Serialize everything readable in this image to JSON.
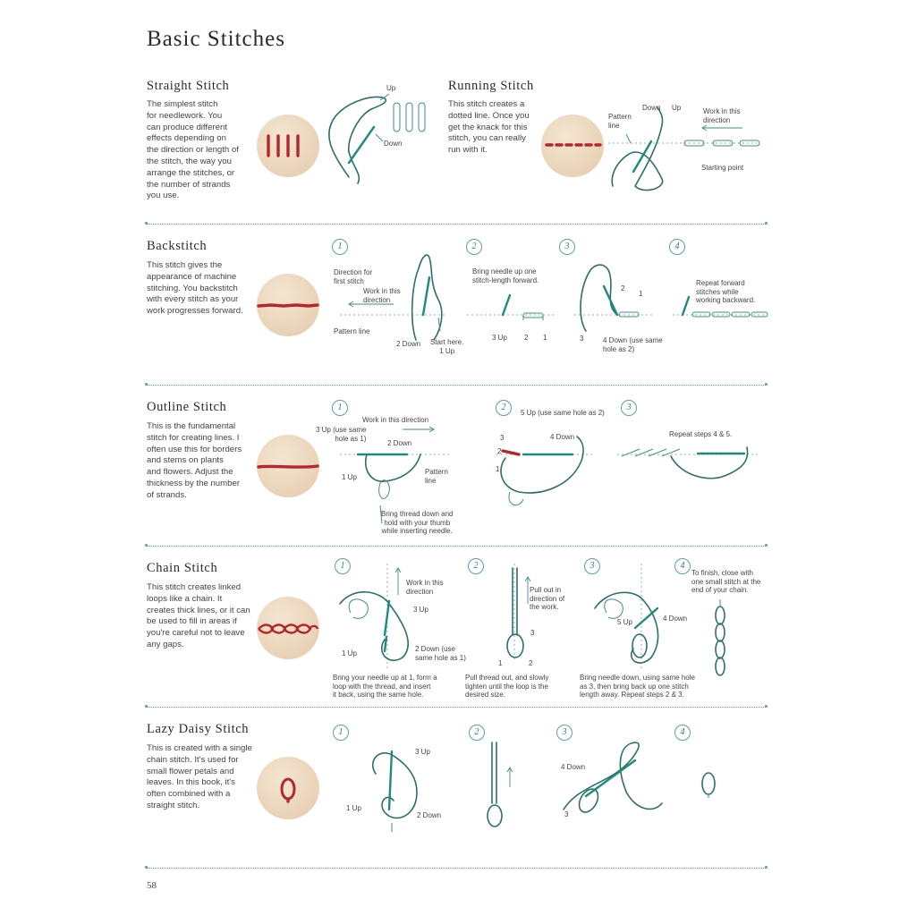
{
  "page": {
    "title": "Basic Stitches",
    "number": "58",
    "colors": {
      "thread_red": "#b3272d",
      "accent_teal": "#2f7d73",
      "linen": "#ecd8bf"
    }
  },
  "straight": {
    "title": "Straight Stitch",
    "desc": [
      "The simplest stitch",
      "for needlework. You",
      "can produce different",
      "effects depending on",
      "the direction or length of",
      "the stitch, the way you",
      "arrange the stitches, or",
      "the number of strands",
      "you use."
    ],
    "labels": {
      "up": "Up",
      "down": "Down"
    }
  },
  "running": {
    "title": "Running Stitch",
    "desc": [
      "This stitch creates a",
      "dotted line. Once you",
      "get the knack for this",
      "stitch, you can really",
      "run with it."
    ],
    "labels": {
      "pattern_line": [
        "Pattern",
        "line"
      ],
      "down": "Down",
      "up": "Up",
      "work_dir": [
        "Work in this",
        "direction"
      ],
      "start": "Starting point"
    }
  },
  "backstitch": {
    "title": "Backstitch",
    "desc": [
      "This stitch gives the",
      "appearance of machine",
      "stitching. You backstitch",
      "with every stitch as your",
      "work progresses forward."
    ],
    "steps": [
      "1",
      "2",
      "3",
      "4"
    ],
    "labels": {
      "dir_first": [
        "Direction for",
        "first stitch"
      ],
      "work_dir": [
        "Work in this",
        "direction"
      ],
      "pattern_line": "Pattern line",
      "down2": "2 Down",
      "start_here": [
        "Start here.",
        "1 Up"
      ],
      "bring_needle": [
        "Bring needle up one",
        "stitch-length forward."
      ],
      "s2_3up": "3 Up",
      "s2_2": "2",
      "s2_1": "1",
      "s3_2": "2",
      "s3_1": "1",
      "s3_3": "3",
      "s3_4down": [
        "4 Down (use same",
        "hole as 2)"
      ],
      "repeat": [
        "Repeat forward",
        "stitches while",
        "working backward."
      ]
    }
  },
  "outline": {
    "title": "Outline Stitch",
    "desc": [
      "This is the fundamental",
      "stitch for creating lines. I",
      "often use this for borders",
      "and stems on plants",
      "and flowers. Adjust the",
      "thickness by the number",
      "of strands."
    ],
    "steps": [
      "1",
      "2",
      "3"
    ],
    "labels": {
      "work_dir": "Work in this direction",
      "up3": [
        "3 Up (use same",
        "hole as 1)"
      ],
      "down2": "2 Down",
      "up1": "1 Up",
      "pattern_line": [
        "Pattern",
        "line"
      ],
      "bring_thread": [
        "Bring thread down and",
        "hold with your thumb",
        "while inserting needle."
      ],
      "up5": "5 Up (use same hole as 2)",
      "n3": "3",
      "n2": "2",
      "n1": "1",
      "down4": "4 Down",
      "repeat": "Repeat steps 4 & 5."
    }
  },
  "chain": {
    "title": "Chain Stitch",
    "desc": [
      "This stitch creates linked",
      "loops like a chain. It",
      "creates thick lines, or it can",
      "be used to fill in areas if",
      "you're careful not to leave",
      "any gaps."
    ],
    "steps": [
      "1",
      "2",
      "3",
      "4"
    ],
    "labels": {
      "work_dir": [
        "Work in this",
        "direction"
      ],
      "up3": "3 Up",
      "up1": "1 Up",
      "down2": [
        "2 Down (use",
        "same hole as 1)"
      ],
      "pull_out": [
        "Pull out in",
        "direction of",
        "the work."
      ],
      "s2_3": "3",
      "s2_1": "1",
      "s2_2": "2",
      "up5": "5 Up",
      "down4": "4 Down",
      "finish": [
        "To finish, close with",
        "one small stitch at the",
        "end of your chain."
      ]
    },
    "captions": [
      [
        "Bring your needle up at 1, form a",
        "loop with the thread, and insert",
        "it back, using the same hole."
      ],
      [
        "Pull thread out, and slowly",
        "tighten until the loop is the",
        "desired size."
      ],
      [
        "Bring needle down, using same hole",
        "as 3, then bring back up one stitch",
        "length away. Repeat steps 2 & 3."
      ]
    ]
  },
  "lazy": {
    "title": "Lazy Daisy Stitch",
    "desc": [
      "This is created with a single",
      "chain stitch. It's used for",
      "small flower petals and",
      "leaves. In this book, it's",
      "often combined with a",
      "straight stitch."
    ],
    "steps": [
      "1",
      "2",
      "3",
      "4"
    ],
    "labels": {
      "up3": "3 Up",
      "up1": "1 Up",
      "down2": "2 Down",
      "down4": "4 Down",
      "n3": "3"
    }
  }
}
